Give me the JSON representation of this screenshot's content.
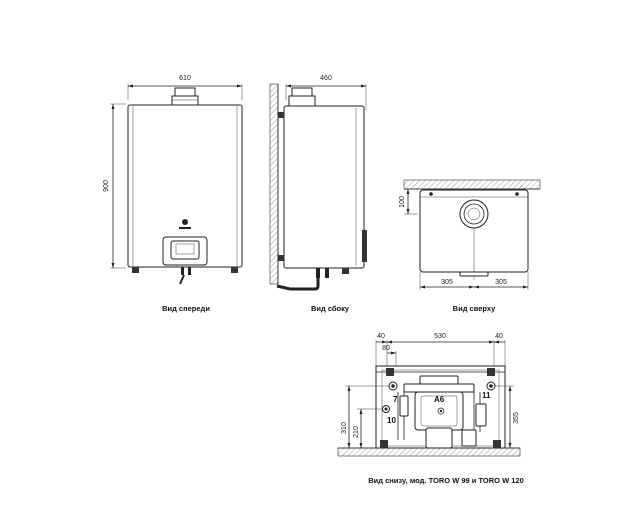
{
  "views": {
    "front": {
      "caption": "Вид спереди",
      "width_dim": "610",
      "height_dim": "900"
    },
    "side": {
      "caption": "Вид сбоку",
      "depth_dim": "460"
    },
    "top": {
      "caption": "Вид сверху",
      "depth_dim": "100",
      "left_dim": "305",
      "right_dim": "305"
    },
    "bottom": {
      "caption": "Вид снизу, мод. TORO W 99 и TORO W 120",
      "dims": {
        "left_margin": "40",
        "width": "530",
        "right_margin": "40",
        "offset": "80",
        "height_left_outer": "310",
        "height_left_inner": "210",
        "height_right": "355"
      },
      "callouts": {
        "a6": "А6",
        "c7": "7",
        "c10": "10",
        "c11": "11"
      }
    }
  },
  "colors": {
    "line": "#222222",
    "wall_hatch": "#555555",
    "pipe": "#222222"
  }
}
